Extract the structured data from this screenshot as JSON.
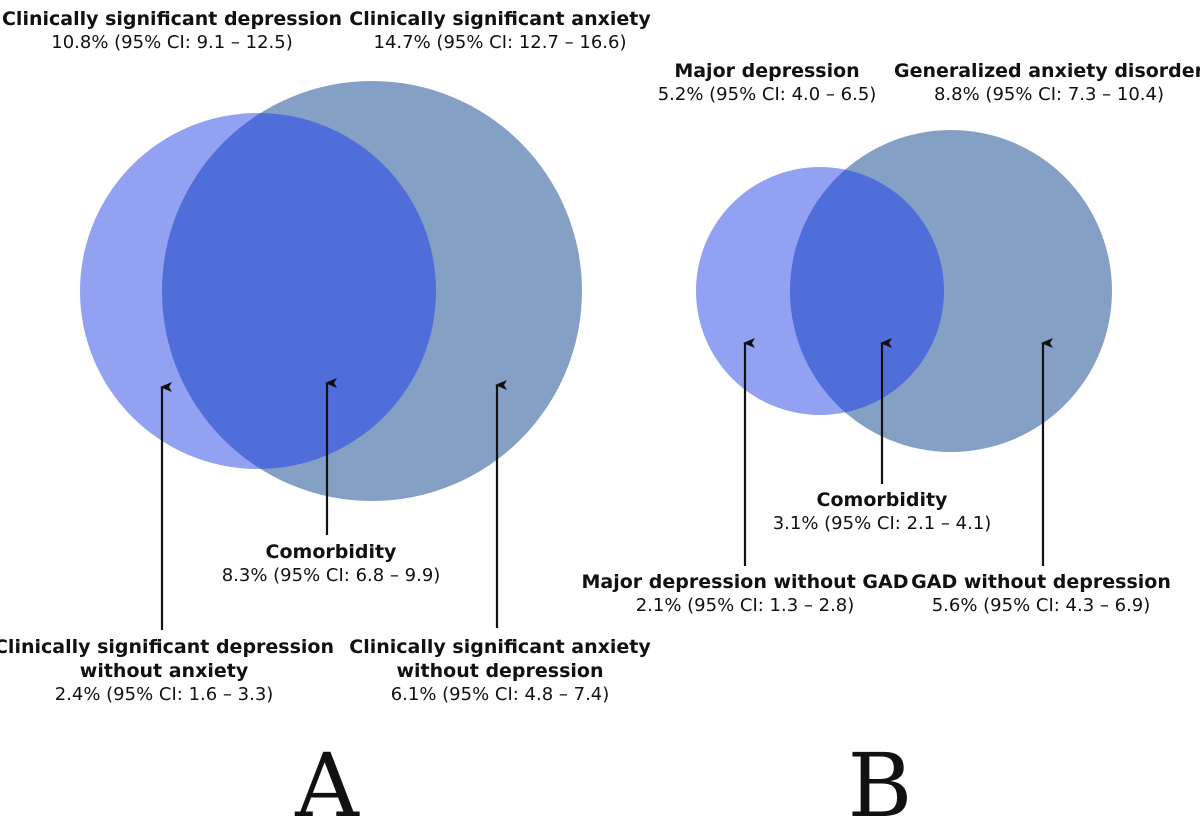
{
  "panels": [
    {
      "letter": "A",
      "set_left": {
        "name": "Clinically significant depression",
        "value": "10.8% (95% CI: 9.1 – 12.5)"
      },
      "set_right": {
        "name": "Clinically significant anxiety",
        "value": "14.7% (95% CI: 12.7 – 16.6)"
      },
      "overlap": {
        "name": "Comorbidity",
        "value": "8.3% (95% CI: 6.8 – 9.9)"
      },
      "left_only": {
        "name_line1": "Clinically significant depression",
        "name_line2": "without anxiety",
        "value": "2.4% (95% CI: 1.6 – 3.3)"
      },
      "right_only": {
        "name_line1": "Clinically significant anxiety",
        "name_line2": "without depression",
        "value": "6.1% (95% CI: 4.8 – 7.4)"
      }
    },
    {
      "letter": "B",
      "set_left": {
        "name": "Major depression",
        "value": "5.2% (95% CI: 4.0 – 6.5)"
      },
      "set_right": {
        "name": "Generalized anxiety disorder",
        "value": "8.8% (95% CI: 7.3 – 10.4)"
      },
      "overlap": {
        "name": "Comorbidity",
        "value": "3.1% (95% CI: 2.1 – 4.1)"
      },
      "left_only": {
        "name": "Major depression without GAD",
        "value": "2.1% (95% CI: 1.3 – 2.8)"
      },
      "right_only": {
        "name": "GAD without depression",
        "value": "5.6% (95% CI: 4.3 – 6.9)"
      }
    }
  ],
  "colors": {
    "left_circle": "#7f90f0",
    "right_circle": "#6f8fba",
    "overlap": "#4a6ad8",
    "arrow": "#111111"
  }
}
